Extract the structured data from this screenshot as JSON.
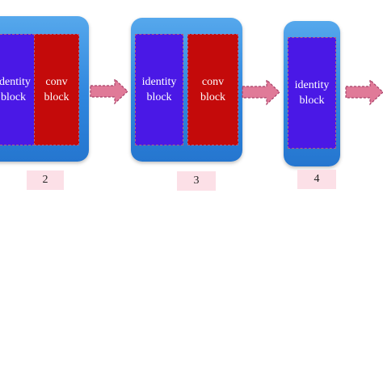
{
  "stages": [
    {
      "label": "2",
      "blocks": [
        {
          "kind": "identity",
          "text": "identity\nblock"
        },
        {
          "kind": "conv",
          "text": "conv\nblock"
        }
      ]
    },
    {
      "label": "3",
      "blocks": [
        {
          "kind": "identity",
          "text": "identity\nblock"
        },
        {
          "kind": "conv",
          "text": "conv\nblock"
        }
      ]
    },
    {
      "label": "4",
      "blocks": [
        {
          "kind": "identity",
          "text": "identity\nblock"
        }
      ]
    }
  ],
  "colors": {
    "stage": "#2f86de",
    "identity_block": "#4a18e6",
    "conv_block": "#c40a0a",
    "block_border": "#b06080",
    "arrow": "#e07a98",
    "label_bg": "#fce0e7"
  }
}
